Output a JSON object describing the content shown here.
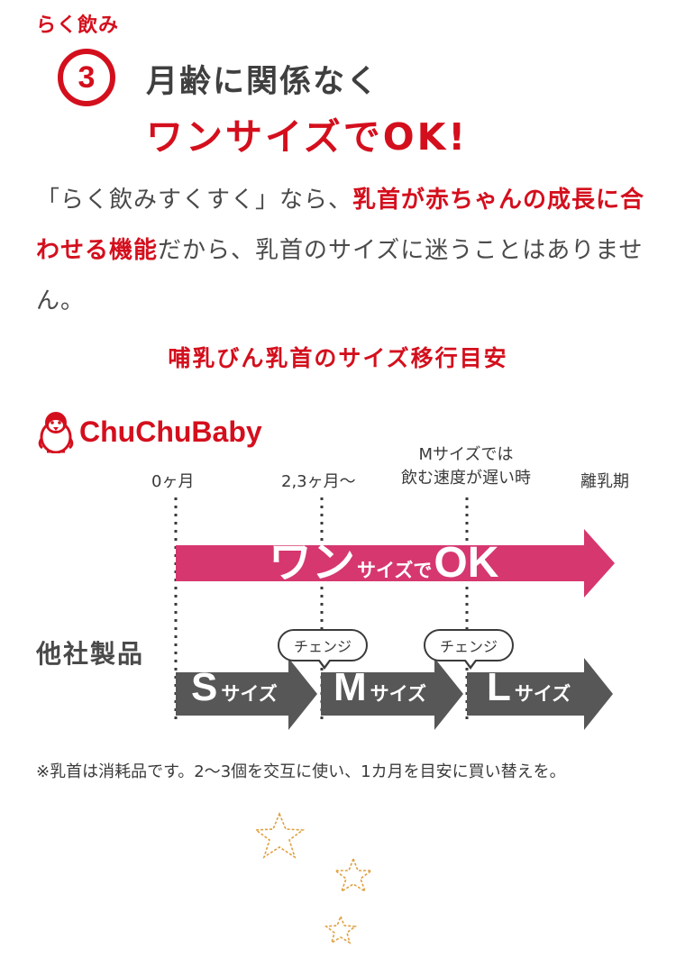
{
  "kicker": "らく飲み",
  "badge_number": "3",
  "headline": {
    "line1": "月齢に関係なく",
    "line2": "ワンサイズでOK!"
  },
  "body": {
    "p1": "「らく飲みすくすく」なら、",
    "p2_hl": "乳首が赤ちゃんの成長に合わせる機能",
    "p3": "だから、乳首のサイズに迷うことはありません。"
  },
  "chart_title": "哺乳びん乳首のサイズ移行目安",
  "brand": {
    "name": "ChuChuBaby",
    "logo_icon": "penguin-icon"
  },
  "timeline": {
    "m0": "0ヶ月",
    "m23": "2,3ヶ月～",
    "m_note_1": "Mサイズでは",
    "m_note_2": "飲む速度が遅い時",
    "end": "離乳期"
  },
  "chuchu_bar": {
    "big1": "ワン",
    "small": "サイズで",
    "big2": "OK",
    "color": "#d6376f"
  },
  "company_label": "他社製品",
  "change_label": "チェンジ",
  "other_sizes": [
    {
      "big": "S",
      "small": "サイズ"
    },
    {
      "big": "M",
      "small": "サイズ"
    },
    {
      "big": "L",
      "small": "サイズ"
    }
  ],
  "other_color": "#575757",
  "note": "※乳首は消耗品です。2～3個を交互に使い、1カ月を目安に買い替えを。",
  "accent": "#d40f1d",
  "star_color": "#e0a040"
}
